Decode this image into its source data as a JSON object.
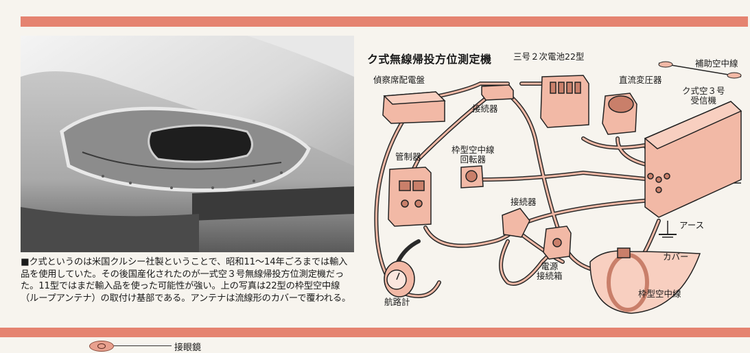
{
  "caption": "■ク式というのは米国クルシー社製ということで、昭和11～14年ごろまでは輸入品を使用していた。その後国産化されたのが一式空３号無線帰投方位測定機だった。11型ではまだ輸入品を使った可能性が強い。上の写真は22型の枠型空中線（ループアンテナ）の取付け基部である。アンテナは流線形のカバーで覆われる。",
  "diagram": {
    "title": "ク式無線帰投方位測定機",
    "labels": {
      "battery": "三号２次電池22型",
      "aux_antenna": "補助空中線",
      "dc_transformer": "直流変圧器",
      "receiver": "ク式空３号\n受信機",
      "observer_panel": "偵察席配電盤",
      "junction_top": "接続器",
      "controller": "管制器",
      "loop_rotator": "枠型空中線\n回転器",
      "junction_mid": "接続器",
      "ground": "アース",
      "cover": "カバー",
      "power_box": "電源\n接続箱",
      "loop_antenna": "枠型空中線",
      "course_meter": "航路計"
    }
  },
  "footer": {
    "eyepiece_label": "接眼鏡"
  },
  "colors": {
    "band": "#e58370",
    "device": "#f2b9a6",
    "device_dark": "#c97f6a"
  }
}
